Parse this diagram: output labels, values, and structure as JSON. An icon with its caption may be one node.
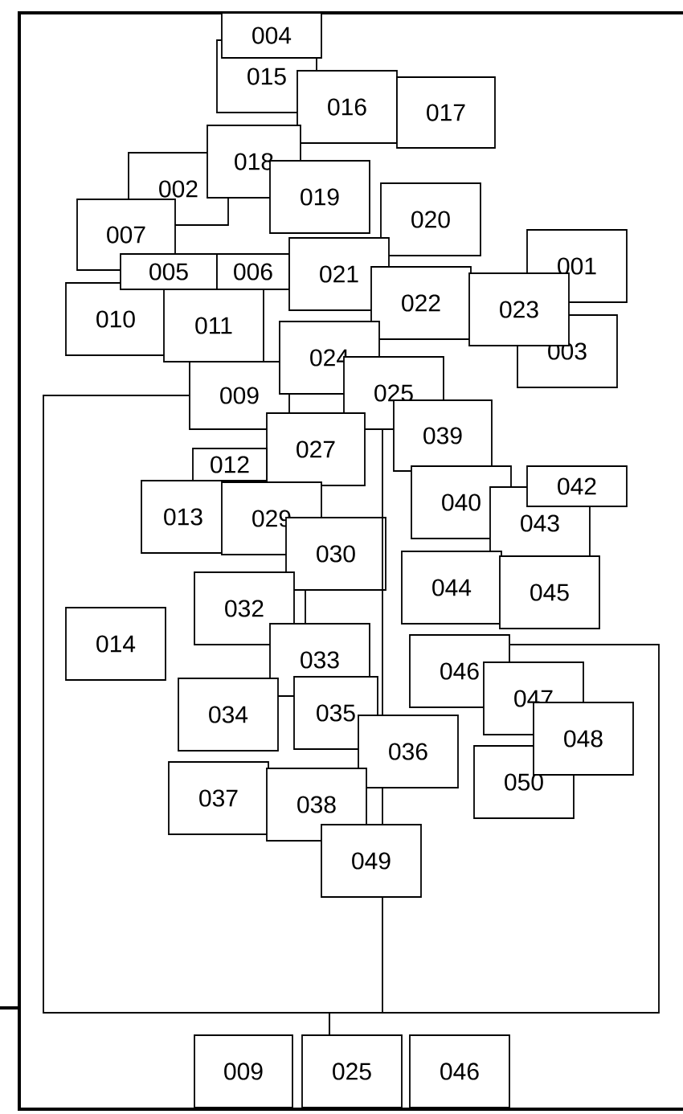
{
  "diagram": {
    "nodes": [
      {
        "text": [
          "004"
        ]
      },
      {
        "text": [
          "015"
        ]
      },
      {
        "text": [
          "016"
        ]
      },
      {
        "text": [
          "017"
        ]
      },
      {
        "text": [
          "018"
        ]
      },
      {
        "text": [
          "019"
        ]
      },
      {
        "text": [
          "002"
        ]
      },
      {
        "text": [
          "020"
        ]
      },
      {
        "text": [
          "007"
        ]
      },
      {
        "text": [
          "001"
        ]
      },
      {
        "text": [
          "021"
        ]
      },
      {
        "text": [
          "005"
        ]
      },
      {
        "text": [
          "006"
        ]
      },
      {
        "text": [
          "022"
        ]
      },
      {
        "text": [
          "023"
        ]
      },
      {
        "text": [
          "010"
        ]
      },
      {
        "text": [
          "011"
        ]
      },
      {
        "text": [
          "003"
        ]
      },
      {
        "text": [
          "024"
        ]
      },
      {
        "text": [
          "025"
        ]
      },
      {
        "text": [
          "009"
        ]
      },
      {
        "text": [
          "039"
        ]
      },
      {
        "text": [
          "027"
        ]
      },
      {
        "text": [
          "012"
        ]
      },
      {
        "text": [
          "040"
        ]
      },
      {
        "text": [
          "042"
        ]
      },
      {
        "text": [
          "013"
        ]
      },
      {
        "text": [
          "029"
        ]
      },
      {
        "text": [
          "043"
        ]
      },
      {
        "text": [
          "030"
        ]
      },
      {
        "text": [
          "044"
        ]
      },
      {
        "text": [
          "045"
        ]
      },
      {
        "text": [
          "032"
        ]
      },
      {
        "text": [
          "014"
        ]
      },
      {
        "text": [
          "033"
        ]
      },
      {
        "text": [
          "046"
        ]
      },
      {
        "text": [
          "047"
        ]
      },
      {
        "text": [
          "035"
        ]
      },
      {
        "text": [
          "034"
        ]
      },
      {
        "text": [
          "048"
        ]
      },
      {
        "text": [
          "036"
        ]
      },
      {
        "text": [
          "050"
        ]
      },
      {
        "text": [
          "037"
        ]
      },
      {
        "text": [
          "038"
        ]
      },
      {
        "text": [
          "049"
        ]
      },
      {
        "text": [
          "009"
        ]
      },
      {
        "text": [
          "025"
        ]
      },
      {
        "text": [
          "046"
        ]
      }
    ],
    "edges": [
      {
        "from": 20,
        "to": 46,
        "arrow": "none"
      },
      {
        "from": 35,
        "to": 46,
        "arrow": "none"
      },
      {
        "from": 44,
        "to": 46,
        "arrow": "none"
      },
      {
        "from": 19,
        "to": 40,
        "arrow": "none"
      },
      {
        "from": 40,
        "to": 44,
        "arrow": "none"
      },
      {
        "from": 29,
        "to": 34,
        "arrow": "none"
      }
    ]
  }
}
